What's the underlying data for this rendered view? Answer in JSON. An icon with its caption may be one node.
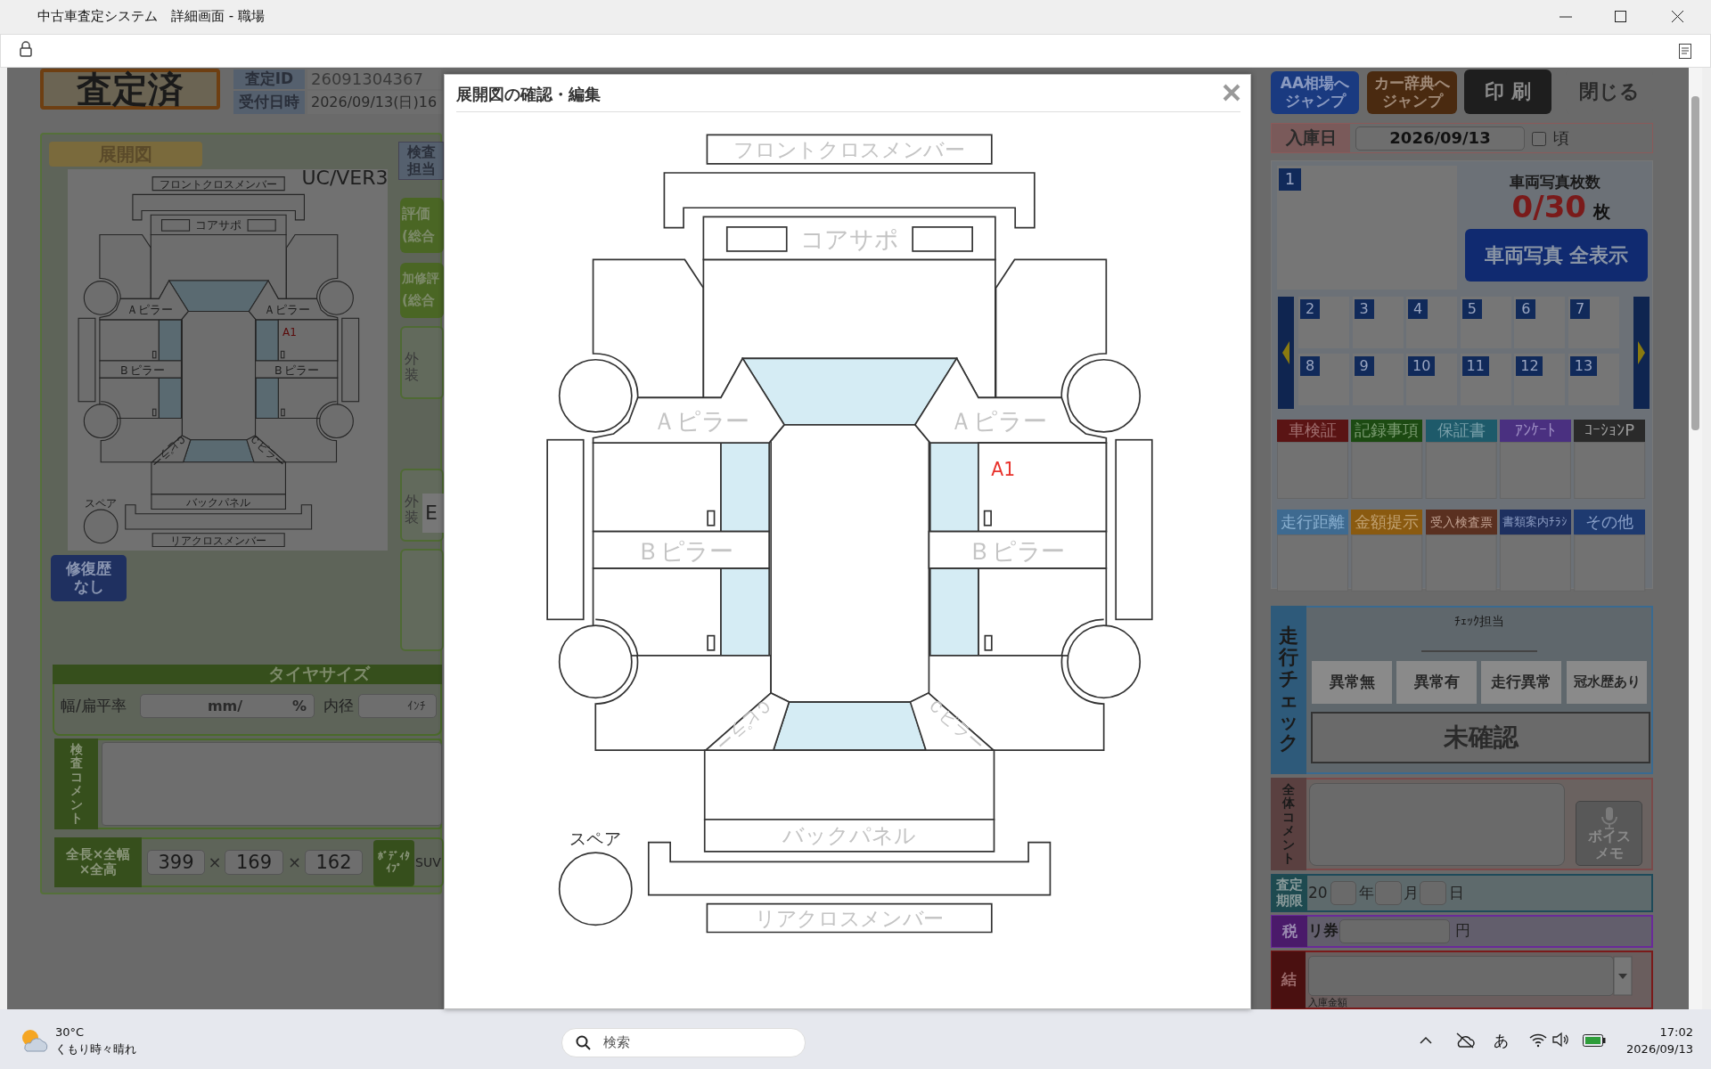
{
  "diagram": {
    "nodes": [
      {
        "text": [
          "展開図の確認・編集"
        ]
      },
      {
        "text": [
          "フロントクロスメンバー"
        ],
        "in": 0
      },
      {
        "text": [
          "コアサポ"
        ],
        "in": 0
      },
      {
        "text": [
          "Ａピラー"
        ],
        "in": 0
      },
      {
        "text": [
          "Ａピラー"
        ],
        "in": 0
      },
      {
        "text": [
          "A1"
        ],
        "in": 0
      },
      {
        "text": [
          "Ｂピラー"
        ],
        "in": 0
      },
      {
        "text": [
          "Ｂピラー"
        ],
        "in": 0
      },
      {
        "text": [
          "Ｃピラー"
        ],
        "in": 0
      },
      {
        "text": [
          "Ｃピラー"
        ],
        "in": 0
      },
      {
        "text": [
          "バックパネル"
        ],
        "in": 0
      },
      {
        "text": [
          "リアクロスメンバー"
        ],
        "in": 0
      },
      {
        "text": [
          "スペア"
        ],
        "in": 0
      }
    ],
    "labels": [
      "中古車査定システム　詳細画面 - 職場",
      "査定済",
      "査定ID",
      "26091304367",
      "受付日時",
      "2026/09/13(日)16",
      "展開図",
      "UC/VER3",
      "フロントクロスメンバー",
      "コアサポ",
      "Ａピラー",
      "Ａピラー",
      "A1",
      "Ｂピラー",
      "Ｂピラー",
      "Ｃピラー",
      "Ｃピラー",
      "バックパネル",
      "リアクロスメンバー",
      "スペア",
      "修復歴なし",
      "検査担当",
      "評価",
      "(総合",
      "加修評",
      "(総合",
      "外装",
      "外装",
      "E",
      "タイヤサイズ",
      "幅/扁平率",
      "mm/",
      "%",
      "内径",
      "ｲﾝﾁ",
      "検査コメント",
      "全長×全幅×全高",
      "399",
      "×",
      "169",
      "×",
      "162",
      "ﾎﾞﾃﾞｨﾀｲﾌﾟ",
      "SUV",
      "AA相場へジャンプ",
      "カー辞典へジャンプ",
      "印 刷",
      "閉じる",
      "入庫日",
      "2026/09/13",
      "頃",
      "1",
      "車両写真枚数",
      "0/30",
      "枚",
      "車両写真 全表示",
      "2",
      "3",
      "4",
      "5",
      "6",
      "7",
      "8",
      "9",
      "10",
      "11",
      "12",
      "13",
      "車検証",
      "記録事項",
      "保証書",
      "ｱﾝｹｰﾄ",
      "ｺｰｼｮﾝP",
      "走行距離",
      "金額提示",
      "受入検査票",
      "書類案内ﾁﾗｼ",
      "その他",
      "走行チェック",
      "ﾁｪｯｸ担当",
      "異常無",
      "異常有",
      "走行異常",
      "冠水歴あり",
      "未確認",
      "全体コメント",
      "ボイスメモ",
      "査定期限",
      "20",
      "年",
      "月",
      "日",
      "税",
      "リ券",
      "円",
      "結",
      "入庫金額",
      "30°C",
      "くもり時々晴れ",
      "検索",
      "あ",
      "17:02",
      "2026/09/13"
    ]
  }
}
